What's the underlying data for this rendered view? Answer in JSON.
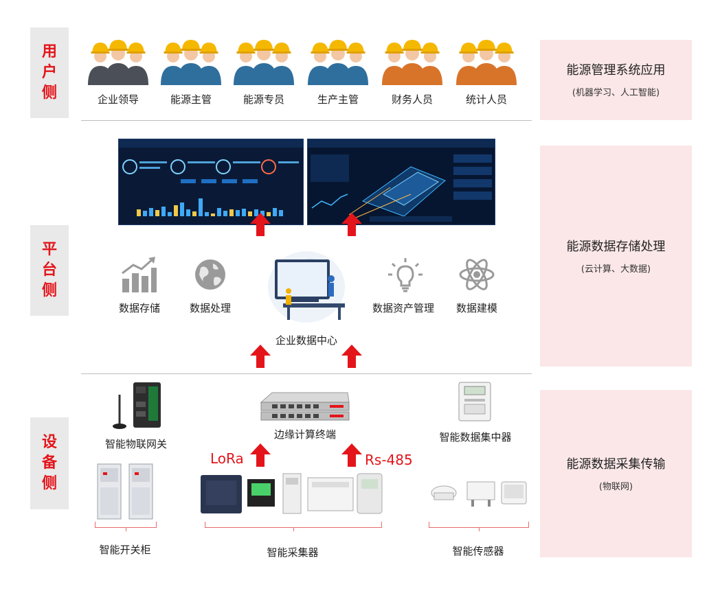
{
  "sections": {
    "user": {
      "tab": [
        "用",
        "户",
        "侧"
      ],
      "title": "能源管理系统应用",
      "subtitle": "(机器学习、人工智能)"
    },
    "platform": {
      "tab": [
        "平",
        "台",
        "侧"
      ],
      "title": "能源数据存储处理",
      "subtitle": "(云计算、大数据)"
    },
    "device": {
      "tab": [
        "设",
        "备",
        "侧"
      ],
      "title": "能源数据采集传输",
      "subtitle": "(物联网)"
    }
  },
  "users": [
    {
      "label": "企业领导",
      "color": "#4b4f57"
    },
    {
      "label": "能源主管",
      "color": "#2f6f9e"
    },
    {
      "label": "能源专员",
      "color": "#2f6f9e"
    },
    {
      "label": "生产主管",
      "color": "#2f6f9e"
    },
    {
      "label": "财务人员",
      "color": "#d8742a"
    },
    {
      "label": "统计人员",
      "color": "#d8742a"
    }
  ],
  "platform_items": {
    "storage": "数据存储",
    "processing": "数据处理",
    "datacenter": "企业数据中心",
    "asset": "数据资产管理",
    "modeling": "数据建模"
  },
  "devices": {
    "gateway": "智能物联网关",
    "edge": "边缘计算终端",
    "concentrator": "智能数据集中器",
    "switchgear": "智能开关柜",
    "collector": "智能采集器",
    "sensor": "智能传感器",
    "lora": "LoRa",
    "rs485": "Rs-485"
  },
  "colors": {
    "accent": "#e3151b",
    "tab_bg": "#e9e9e9",
    "right_bg": "#fbe7e8"
  }
}
